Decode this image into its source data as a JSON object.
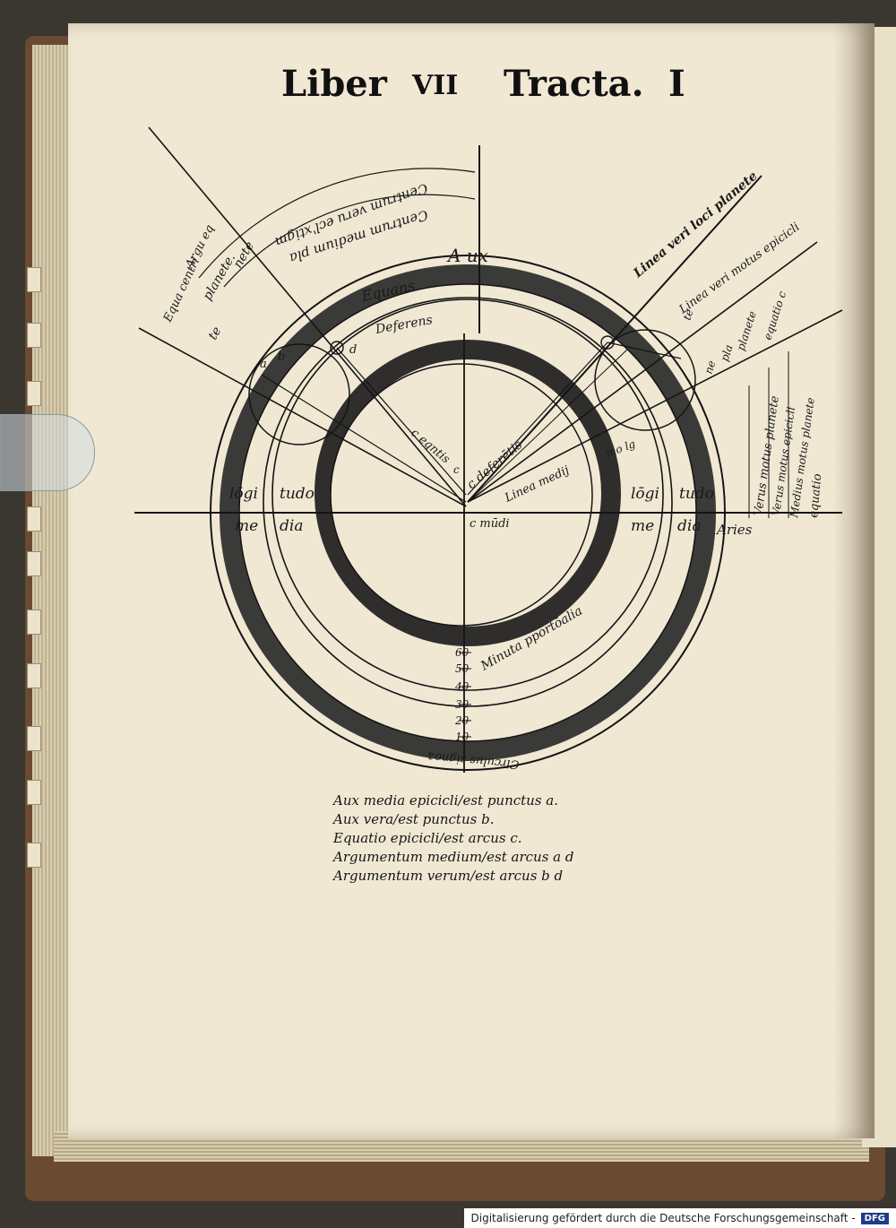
{
  "header": {
    "liber": "Liber",
    "book_number": "VII",
    "tracta": "Tracta.",
    "section": "I"
  },
  "diagram_labels": {
    "aux": "A  ux",
    "aries": "Aries",
    "equans": "Equans",
    "deferens": "Deferens",
    "centrum_verum": "Centrum veru ecl'xtigm",
    "centrum_medium": "Centrum medium pla",
    "nete": "nete",
    "planete": "planete.",
    "te": "te",
    "equatio_centri": "Equa centri",
    "argumentum": "Argu eq",
    "point_a": "a",
    "point_b": "b",
    "point_c": "c",
    "point_d": "d",
    "longitudo_left_1": "lōgi",
    "longitudo_left_2": "tudo",
    "media_left_1": "me",
    "media_left_2": "dia",
    "longitudo_right_1": "lōgi",
    "longitudo_right_2": "tudo",
    "media_right_1": "me",
    "media_right_2": "dia",
    "centrum_mundi": "c mūdi",
    "centrum_deferentis": "c deferētis",
    "centrum_equantis": "c eqntis",
    "linea_medii": "Linea medij",
    "mo_lg": "mo lg",
    "minuta_proportionalia": "Minuta pportōalia",
    "circulus_signorum": "Circulus signoꝝ",
    "linea_veri_loci": "Linea veri loci planete",
    "linea_veri_motus": "Linea veri motus epicicli",
    "verus_motus_planete": "Verus motus planete",
    "verus_motus_epicicli": "Verus motus epicicli",
    "medius_motus_planete": "Medius motus planete",
    "equatio": "equatio",
    "equatio_c": "equatio c",
    "planete_small": "planete",
    "pla_small": "pla",
    "ne": "ne",
    "te_small": "te"
  },
  "scale_ticks": [
    "60",
    "50",
    "40",
    "30",
    "20",
    "10"
  ],
  "captions": [
    "Aux media epicicli/est punctus a.",
    "Aux vera/est punctus b.",
    "Equatio epicicli/est arcus c.",
    "Argumentum medium/est arcus a d",
    "Argumentum verum/est arcus b d"
  ],
  "footer": {
    "text": "Digitalisierung gefördert durch die Deutsche Forschungsgemeinschaft -",
    "badge": "DFG"
  }
}
